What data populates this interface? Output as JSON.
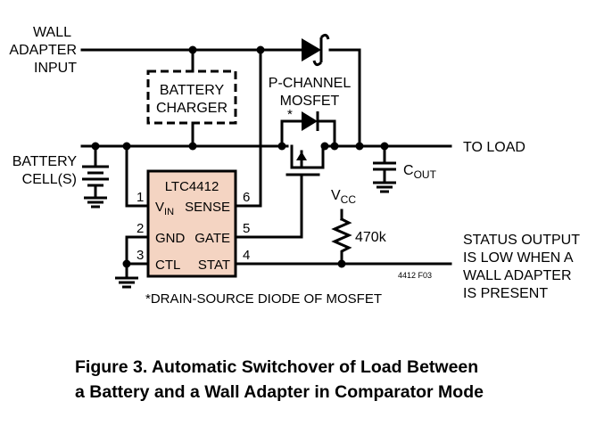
{
  "labels": {
    "wall_adapter": [
      "WALL",
      "ADAPTER",
      "INPUT"
    ],
    "battery_charger": [
      "BATTERY",
      "CHARGER"
    ],
    "pmos": [
      "P-CHANNEL",
      "MOSFET"
    ],
    "battery_cells": [
      "BATTERY",
      "CELL(S)"
    ],
    "to_load": "TO LOAD",
    "cout": "C",
    "cout_sub": "OUT",
    "vcc": "V",
    "vcc_sub": "CC",
    "resistor": "470k",
    "status_output": [
      "STATUS OUTPUT",
      "IS LOW WHEN A",
      "WALL ADAPTER",
      "IS PRESENT"
    ],
    "figure_code": "4412 F03",
    "diode_note": "*DRAIN-SOURCE DIODE OF MOSFET",
    "asterisk": "*"
  },
  "ic": {
    "name": "LTC4412",
    "vin": "V",
    "vin_sub": "IN",
    "pins": {
      "vin_num": "1",
      "gnd_num": "2",
      "ctl_num": "3",
      "stat_num": "4",
      "gate_num": "5",
      "sense_num": "6",
      "gnd": "GND",
      "ctl": "CTL",
      "sense": "SENSE",
      "gate": "GATE",
      "stat": "STAT"
    }
  },
  "colors": {
    "ic_fill": "#f4d4c2",
    "ink": "#000000"
  },
  "caption": {
    "line1": "Figure 3. Automatic Switchover of Load Between",
    "line2": "a Battery and a Wall Adapter in Comparator Mode"
  }
}
